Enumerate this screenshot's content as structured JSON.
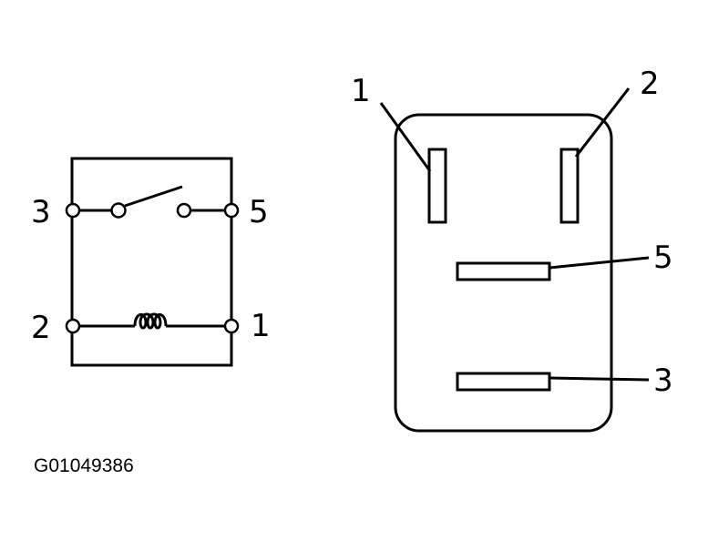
{
  "schematic": {
    "terminals": {
      "left_top": "3",
      "right_top": "5",
      "left_bottom": "2",
      "right_bottom": "1"
    }
  },
  "connector": {
    "pins": {
      "top_left": "1",
      "top_right": "2",
      "middle": "5",
      "bottom": "3"
    }
  },
  "figure_code": "G01049386",
  "colors": {
    "ink": "#000000",
    "background": "#ffffff"
  }
}
